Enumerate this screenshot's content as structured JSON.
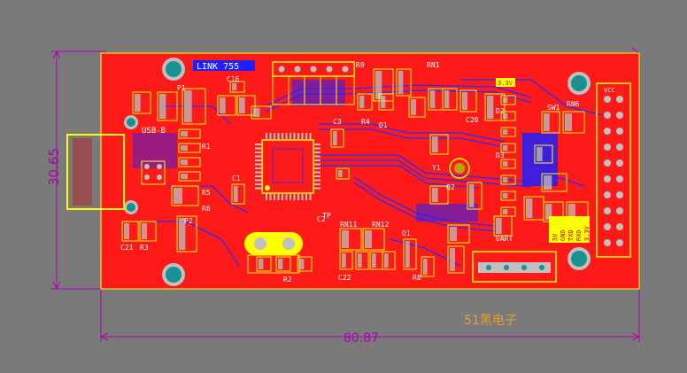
{
  "dimensions": {
    "width_label": "80.87",
    "height_label": "30.65"
  },
  "brand": {
    "text": "51黑电子"
  },
  "board": {
    "title": "LINK 755",
    "labels": {
      "usb": "USB-B",
      "r1": "R1",
      "r2": "R2",
      "r3": "R3",
      "r4": "R4",
      "r5": "R5",
      "r6": "R6",
      "r8": "R8",
      "r9": "R9",
      "c1": "C1",
      "c2": "C2",
      "c3": "C3",
      "c16": "C16",
      "c20": "C20",
      "c21": "C21",
      "c22": "C22",
      "rn1": "RN1",
      "rn6": "RN6",
      "rn11": "RN11",
      "rn12": "RN12",
      "q1": "Q1",
      "q2": "Q2",
      "d1": "D1",
      "d2": "D2",
      "d3": "D3",
      "p1": "P1",
      "p2": "P2",
      "uart": "UART",
      "v33": "3.3V",
      "y1": "Y1",
      "vcc": "VCC",
      "sw1": "SW1",
      "v5": "5V",
      "gnd": "GND",
      "txd": "TXD",
      "rxd": "RXD",
      "v33b": "3.3V",
      "tp": "TP"
    }
  },
  "colors": {
    "background": "#7a7a7a",
    "copper_top": "#ff1a1a",
    "copper_bottom": "#1a1aff",
    "silkscreen": "#ffff00",
    "pads": "#c0c0c0",
    "vias": "#1a9090",
    "dimension": "#b000b0",
    "brand": "#e0a030"
  }
}
